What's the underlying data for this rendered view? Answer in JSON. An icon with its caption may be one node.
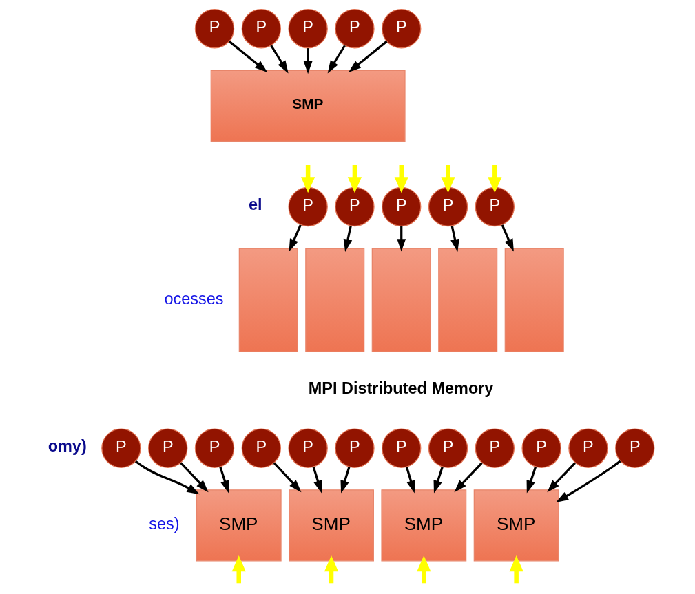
{
  "diagram": {
    "nodes": [
      {
        "text": [
          "P"
        ]
      },
      {
        "text": [
          "P"
        ]
      },
      {
        "text": [
          "P"
        ]
      },
      {
        "text": [
          "P"
        ]
      },
      {
        "text": [
          "P"
        ]
      },
      {
        "text": [
          "SMP"
        ]
      },
      {
        "text": [
          "P"
        ]
      },
      {
        "text": [
          "P"
        ]
      },
      {
        "text": [
          "P"
        ]
      },
      {
        "text": [
          "P"
        ]
      },
      {
        "text": [
          "P"
        ]
      },
      {
        "text": [],
        "shape": "box"
      },
      {
        "text": [],
        "shape": "box"
      },
      {
        "text": [],
        "shape": "box"
      },
      {
        "text": [],
        "shape": "box"
      },
      {
        "text": [],
        "shape": "box"
      },
      {
        "text": [
          "P"
        ]
      },
      {
        "text": [
          "P"
        ]
      },
      {
        "text": [
          "P"
        ]
      },
      {
        "text": [
          "P"
        ]
      },
      {
        "text": [
          "P"
        ]
      },
      {
        "text": [
          "P"
        ]
      },
      {
        "text": [
          "P"
        ]
      },
      {
        "text": [
          "P"
        ]
      },
      {
        "text": [
          "P"
        ]
      },
      {
        "text": [
          "P"
        ]
      },
      {
        "text": [
          "P"
        ]
      },
      {
        "text": [
          "P"
        ]
      },
      {
        "text": [
          "SMP"
        ]
      },
      {
        "text": [
          "SMP"
        ]
      },
      {
        "text": [
          "SMP"
        ]
      },
      {
        "text": [
          "SMP"
        ]
      }
    ],
    "edges": [
      {
        "from": 0,
        "to": 5,
        "arrow": "to"
      },
      {
        "from": 1,
        "to": 5,
        "arrow": "to"
      },
      {
        "from": 2,
        "to": 5,
        "arrow": "to"
      },
      {
        "from": 3,
        "to": 5,
        "arrow": "to"
      },
      {
        "from": 4,
        "to": 5,
        "arrow": "to"
      },
      {
        "from": null,
        "to": 6,
        "arrow": "to",
        "style": "thick",
        "color": "#ffff00"
      },
      {
        "from": null,
        "to": 7,
        "arrow": "to",
        "style": "thick",
        "color": "#ffff00"
      },
      {
        "from": null,
        "to": 8,
        "arrow": "to",
        "style": "thick",
        "color": "#ffff00"
      },
      {
        "from": null,
        "to": 9,
        "arrow": "to",
        "style": "thick",
        "color": "#ffff00"
      },
      {
        "from": null,
        "to": 10,
        "arrow": "to",
        "style": "thick",
        "color": "#ffff00"
      },
      {
        "from": 6,
        "to": 11,
        "arrow": "to"
      },
      {
        "from": 7,
        "to": 12,
        "arrow": "to"
      },
      {
        "from": 8,
        "to": 13,
        "arrow": "to"
      },
      {
        "from": 9,
        "to": 14,
        "arrow": "to"
      },
      {
        "from": 10,
        "to": 15,
        "arrow": "to"
      },
      {
        "from": 16,
        "to": 28,
        "arrow": "to"
      },
      {
        "from": 17,
        "to": 28,
        "arrow": "to"
      },
      {
        "from": 18,
        "to": 28,
        "arrow": "to"
      },
      {
        "from": 19,
        "to": 29,
        "arrow": "to"
      },
      {
        "from": 20,
        "to": 29,
        "arrow": "to"
      },
      {
        "from": 21,
        "to": 29,
        "arrow": "to"
      },
      {
        "from": 22,
        "to": 30,
        "arrow": "to"
      },
      {
        "from": 23,
        "to": 30,
        "arrow": "to"
      },
      {
        "from": 24,
        "to": 30,
        "arrow": "to"
      },
      {
        "from": 25,
        "to": 31,
        "arrow": "to"
      },
      {
        "from": 26,
        "to": 31,
        "arrow": "to"
      },
      {
        "from": 27,
        "to": 31,
        "arrow": "to"
      },
      {
        "from": null,
        "to": 28,
        "arrow": "to",
        "style": "thick",
        "color": "#ffff00"
      },
      {
        "from": null,
        "to": 29,
        "arrow": "to",
        "style": "thick",
        "color": "#ffff00"
      },
      {
        "from": null,
        "to": 30,
        "arrow": "to",
        "style": "thick",
        "color": "#ffff00"
      },
      {
        "from": null,
        "to": 31,
        "arrow": "to",
        "style": "thick",
        "color": "#ffff00"
      }
    ],
    "labels": [
      "el",
      "ocesses",
      "MPI Distributed Memory",
      "omy)",
      "ses)"
    ]
  }
}
